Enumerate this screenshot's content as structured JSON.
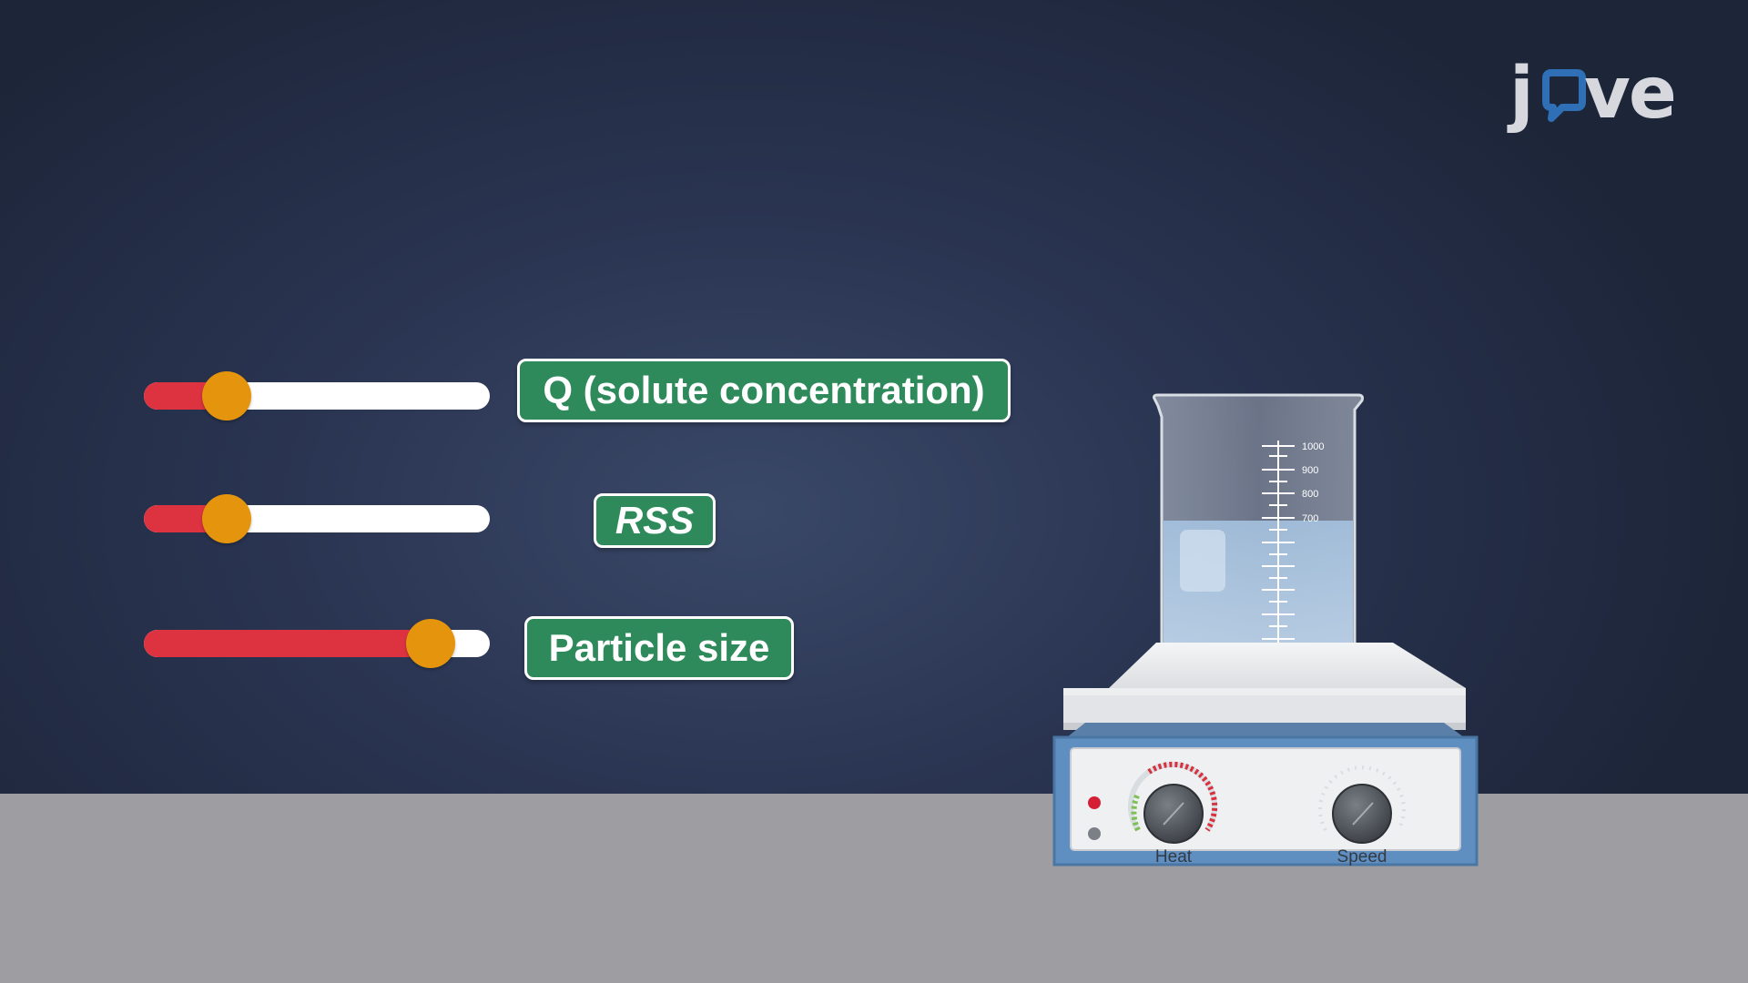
{
  "logo": {
    "text_j": "j",
    "text_ve": "ve"
  },
  "sliders": [
    {
      "label": "Q (solute concentration)",
      "level": 0.24
    },
    {
      "label": "RSS",
      "level": 0.24
    },
    {
      "label": "Particle size",
      "level": 0.83
    }
  ],
  "beaker": {
    "graduations": [
      "1000",
      "900",
      "800",
      "700"
    ]
  },
  "hotplate": {
    "heat_label": "Heat",
    "speed_label": "Speed"
  },
  "colors": {
    "slider_fill": "#dd3341",
    "slider_thumb": "#e4940d",
    "label_bg": "#2f8a5b",
    "floor": "#9d9da2"
  }
}
